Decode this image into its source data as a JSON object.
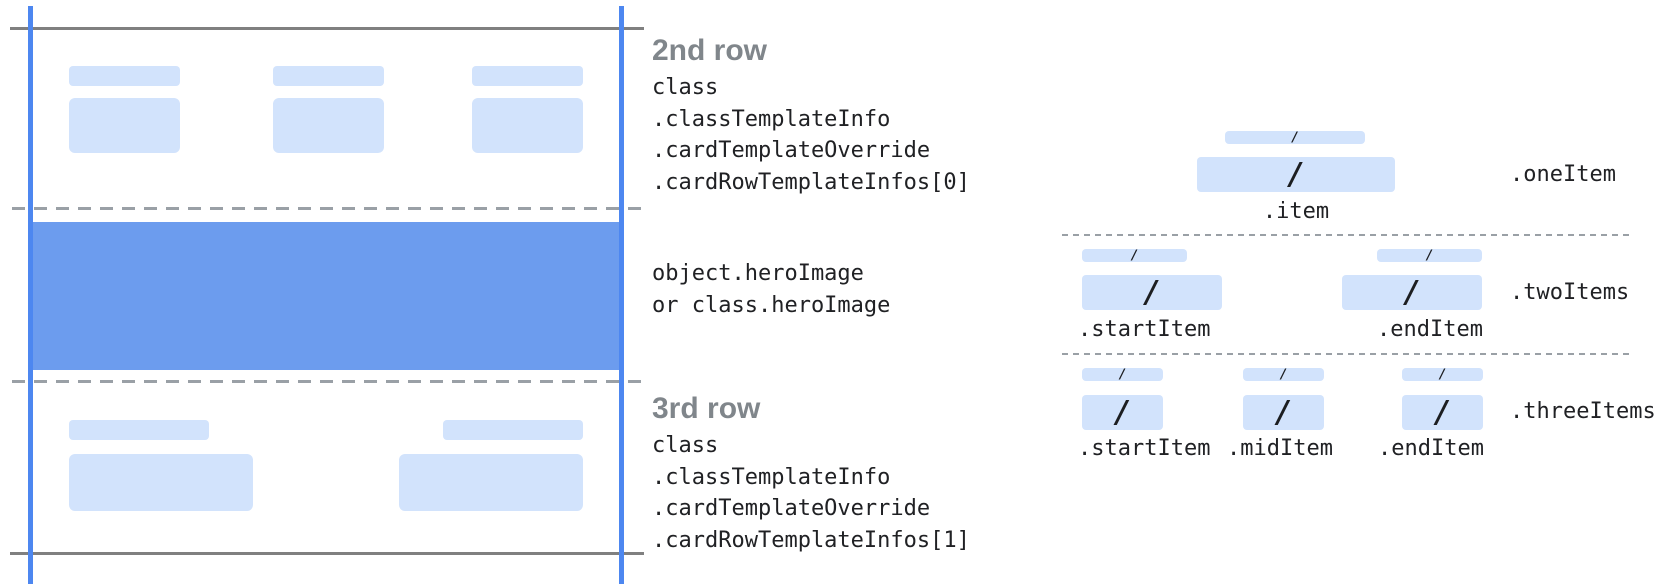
{
  "left_panel": {
    "row2": {
      "heading": "2nd row",
      "lines": [
        "class",
        ".classTemplateInfo",
        ".cardTemplateOverride",
        ".cardRowTemplateInfos[0]"
      ]
    },
    "hero": {
      "lines": [
        "object.heroImage",
        "or class.heroImage"
      ]
    },
    "row3": {
      "heading": "3rd row",
      "lines": [
        "class",
        ".classTemplateInfo",
        ".cardTemplateOverride",
        ".cardRowTemplateInfos[1]"
      ]
    }
  },
  "right_panel": {
    "slash": "/",
    "one_item": {
      "row_label": ".oneItem",
      "item_label": ".item"
    },
    "two_items": {
      "row_label": ".twoItems",
      "start_label": ".startItem",
      "end_label": ".endItem"
    },
    "three_items": {
      "row_label": ".threeItems",
      "start_label": ".startItem",
      "mid_label": ".midItem",
      "end_label": ".endItem"
    }
  },
  "colors": {
    "chip": "#d2e3fc",
    "hero": "#6c9cee",
    "guide": "#4d87f0",
    "line": "#808080",
    "dash": "#9aa0a6",
    "heading": "#80868b",
    "text": "#202124"
  }
}
